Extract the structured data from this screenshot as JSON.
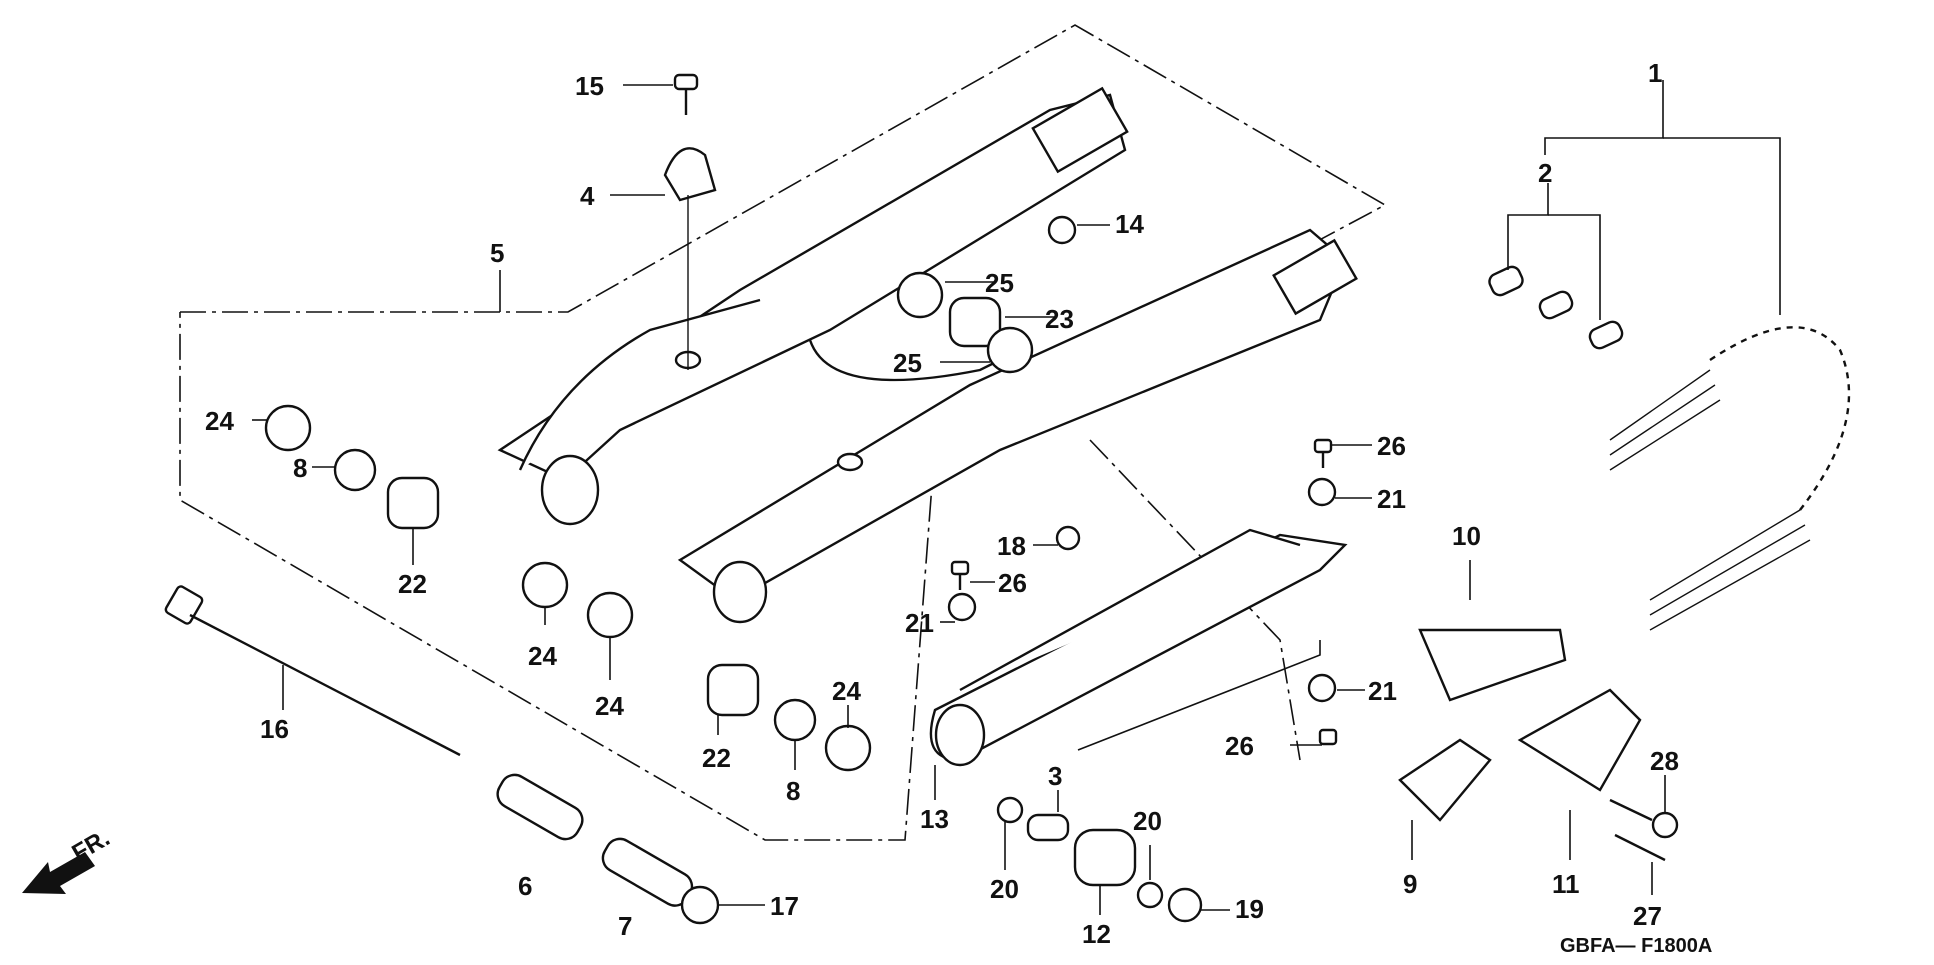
{
  "diagram": {
    "callouts": [
      "1",
      "2",
      "3",
      "4",
      "5",
      "6",
      "7",
      "8",
      "8",
      "9",
      "10",
      "11",
      "12",
      "13",
      "14",
      "15",
      "16",
      "17",
      "18",
      "19",
      "20",
      "20",
      "21",
      "21",
      "21",
      "22",
      "22",
      "23",
      "24",
      "24",
      "24",
      "24",
      "25",
      "25",
      "26",
      "26",
      "26",
      "27",
      "28"
    ],
    "front_marker": "FR.",
    "reference_code": "GBFA—  F1800A"
  }
}
